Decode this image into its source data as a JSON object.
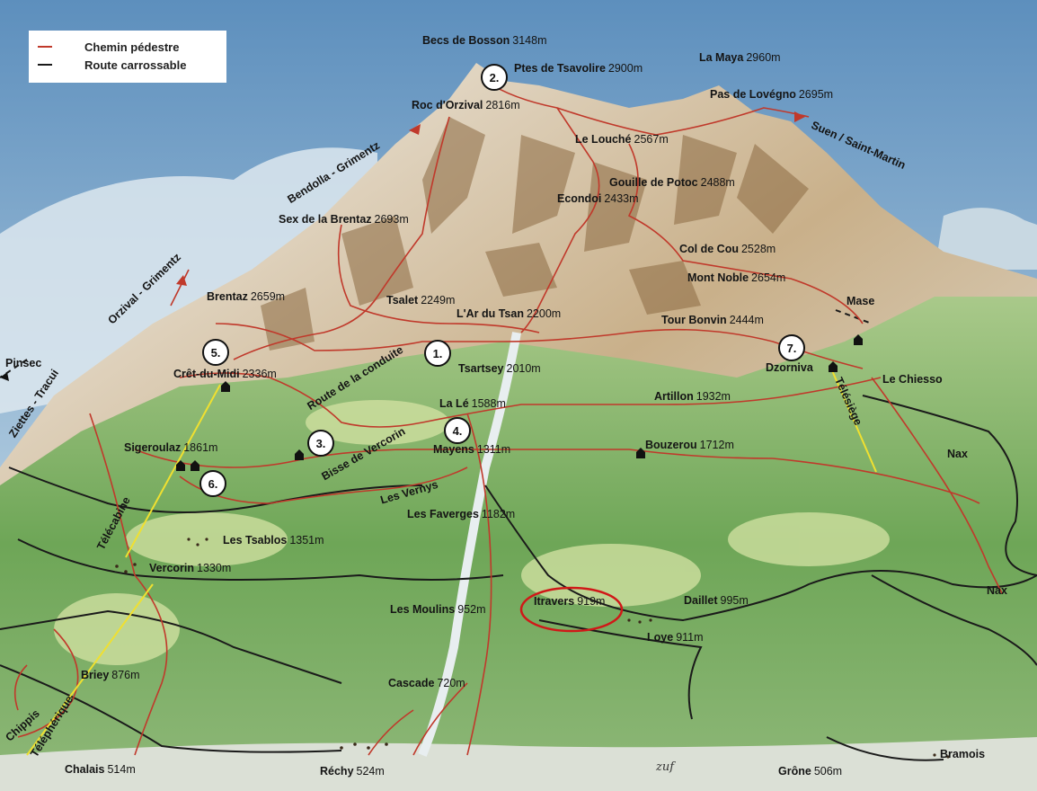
{
  "legend": {
    "trail_label": "Chemin pédestre",
    "road_label": "Route carrossable",
    "trail_color": "#c0392b",
    "road_color": "#1a1a1a"
  },
  "colors": {
    "sky": "#7fa8c9",
    "snow": "#f2f4f4",
    "rock": "#9b7a4f",
    "forest": "#5f9a4a",
    "meadow": "#b7cf7a",
    "trail": "#c0392b",
    "road": "#1a1a1a",
    "lift": "#f0e030"
  },
  "peaks": [
    {
      "name": "Becs de Bosson",
      "alt": "3148m"
    },
    {
      "name": "Ptes de Tsavolire",
      "alt": "2900m"
    },
    {
      "name": "La Maya",
      "alt": "2960m"
    },
    {
      "name": "Pas de Lovégno",
      "alt": "2695m"
    },
    {
      "name": "Roc d'Orzival",
      "alt": "2816m"
    },
    {
      "name": "Le Louché",
      "alt": "2567m"
    },
    {
      "name": "Gouille de Potoc",
      "alt": "2488m"
    },
    {
      "name": "Econdoi",
      "alt": "2433m"
    },
    {
      "name": "Sex de la Brentaz",
      "alt": "2693m"
    },
    {
      "name": "Col de Cou",
      "alt": "2528m"
    },
    {
      "name": "Mont Noble",
      "alt": "2654m"
    },
    {
      "name": "Brentaz",
      "alt": "2659m"
    },
    {
      "name": "Tsalet",
      "alt": "2249m"
    },
    {
      "name": "L'Ar du Tsan",
      "alt": "2200m"
    },
    {
      "name": "Tour Bonvin",
      "alt": "2444m"
    },
    {
      "name": "Crêt-du-Midi",
      "alt": "2336m"
    },
    {
      "name": "Tsartsey",
      "alt": "2010m"
    },
    {
      "name": "Artillon",
      "alt": "1932m"
    },
    {
      "name": "La Lé",
      "alt": "1588m"
    },
    {
      "name": "Sigeroulaz",
      "alt": "1861m"
    },
    {
      "name": "Mayens",
      "alt": "1311m"
    },
    {
      "name": "Bouzerou",
      "alt": "1712m"
    },
    {
      "name": "Les Faverges",
      "alt": "1182m"
    },
    {
      "name": "Les Tsablos",
      "alt": "1351m"
    },
    {
      "name": "Vercorin",
      "alt": "1330m"
    },
    {
      "name": "Itravers",
      "alt": "919m"
    },
    {
      "name": "Daillet",
      "alt": "995m"
    },
    {
      "name": "Les Moulins",
      "alt": "952m"
    },
    {
      "name": "Loye",
      "alt": "911m"
    },
    {
      "name": "Briey",
      "alt": "876m"
    },
    {
      "name": "Cascade",
      "alt": "720m"
    },
    {
      "name": "Chalais",
      "alt": "514m"
    },
    {
      "name": "Réchy",
      "alt": "524m"
    },
    {
      "name": "Grône",
      "alt": "506m"
    }
  ],
  "places": [
    {
      "name": "Mase"
    },
    {
      "name": "Dzorniva"
    },
    {
      "name": "Le Chiesso"
    },
    {
      "name": "Nax"
    },
    {
      "name": "Nax"
    },
    {
      "name": "Pinsec"
    },
    {
      "name": "Bramois"
    }
  ],
  "route_labels": {
    "suen": "Suen / Saint-Martin",
    "bendolla": "Bendolla - Grimentz",
    "orzival": "Orzival - Grimentz",
    "ziettes": "Ziettes - Tracui",
    "conduite": "Route de la conduite",
    "bisse": "Bisse de Vercorin",
    "vernys": "Les Vernys",
    "telecabine": "Télécabine",
    "telesiege": "Télésiège",
    "telepherique": "Téléphérique",
    "chippis": "Chippis"
  },
  "badges": [
    "1.",
    "2.",
    "3.",
    "4.",
    "5.",
    "6.",
    "7."
  ],
  "signature": "zuf"
}
